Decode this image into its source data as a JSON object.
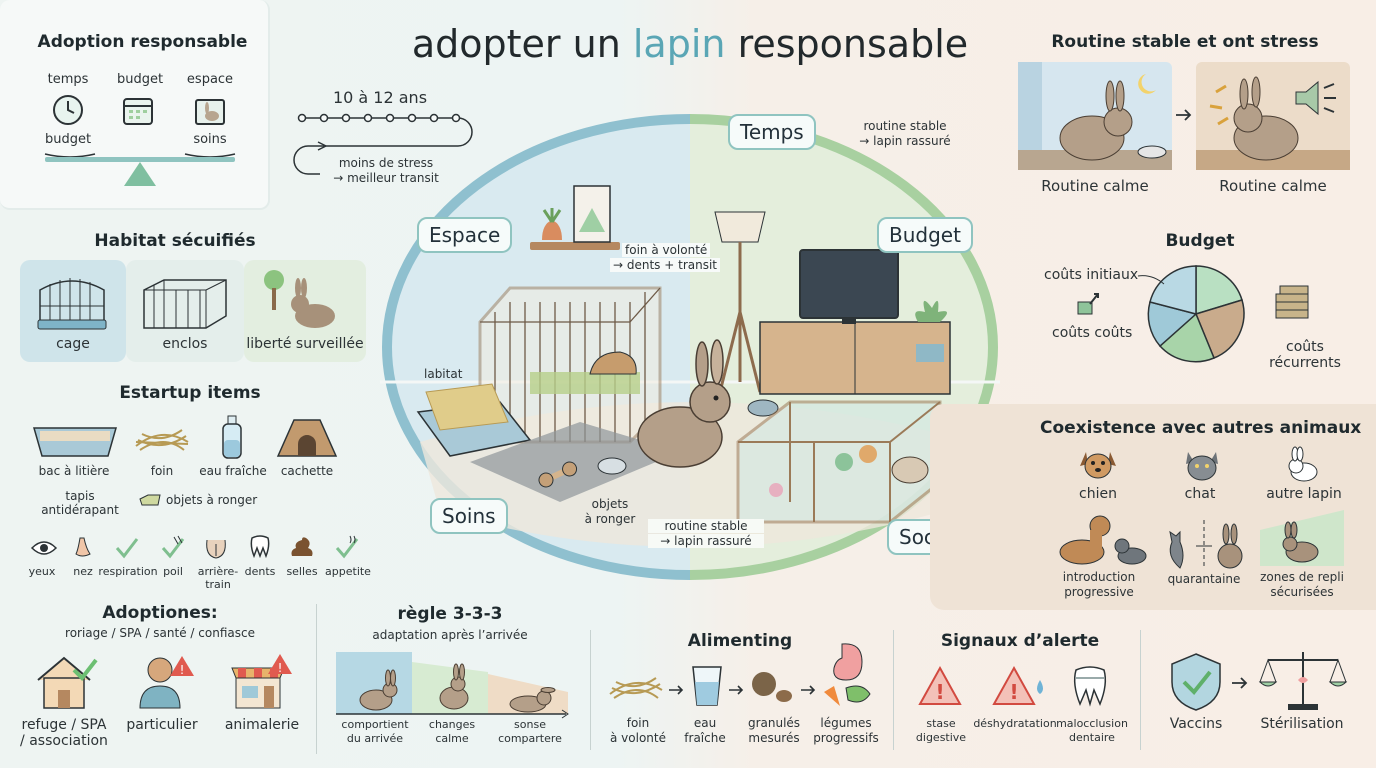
{
  "main_title": {
    "pre": "adopter un ",
    "accent": "lapin",
    "post": " responsable"
  },
  "adoption": {
    "title": "Adoption responsable",
    "labels": [
      "temps",
      "budget",
      "espace"
    ],
    "left": "budget",
    "right": "soins"
  },
  "timeline": {
    "lifespan": "10 à 12 ans",
    "note1": "moins de stress",
    "note2": "→ meilleur transit"
  },
  "habitat": {
    "title": "Habitat sécuifiés",
    "items": [
      "cage",
      "enclos",
      "liberté surveillée"
    ]
  },
  "startup": {
    "title": "Estartup items",
    "items": [
      "bac à litière",
      "foin",
      "eau fraîche",
      "cachette"
    ],
    "tapis1": "tapis",
    "tapis2": "antidérapant",
    "objets": "objets à ronger",
    "checks": [
      "yeux",
      "nez",
      "respiration",
      "poil",
      "arrière-",
      "train",
      "dents",
      "selles",
      "appetite"
    ]
  },
  "center": {
    "labels": [
      "Temps",
      "Espace",
      "Budget",
      "Soins",
      "Social"
    ],
    "routine_top1": "routine stable",
    "routine_top2": "→ lapin rassuré",
    "foin1": "foin à volonté",
    "foin2": "→ dents + transit",
    "labitat": "labitat",
    "objets1": "objets",
    "objets2": "à ronger",
    "routine_bot1": "routine stable",
    "routine_bot2": "→ lapin rassuré"
  },
  "routine": {
    "title": "Routine stable et ont stress",
    "left": "Routine calme",
    "right": "Routine calme"
  },
  "budget": {
    "title": "Budget",
    "initial": "coûts initiaux",
    "couts": "coûts coûts",
    "recurrent1": "coûts",
    "recurrent2": "récurrents"
  },
  "coexist": {
    "title": "Coexistence avec autres animaux",
    "animals": [
      "chien",
      "chat",
      "autre lapin"
    ],
    "intro1": "introduction",
    "intro2": "progressive",
    "quarantine": "quarantaine",
    "zones1": "zones de repli",
    "zones2": "sécurisées"
  },
  "adoptions": {
    "title": "Adoptiones:",
    "sub": "roriage / SPA / santé / confiasce",
    "items": [
      "refuge / SPA",
      "/ association",
      "particulier",
      "animalerie"
    ]
  },
  "rule": {
    "title": "règle 3-3-3",
    "sub": "adaptation après l’arrivée",
    "steps": [
      "comportient",
      "du arrivée",
      "changes",
      "calme",
      "sonse",
      "compartere"
    ]
  },
  "aliment": {
    "title": "Alimenting",
    "items": [
      "foin",
      "à volonté",
      "eau",
      "fraîche",
      "granulés",
      "mesurés",
      "légumes",
      "progressifs"
    ]
  },
  "signals": {
    "title": "Signaux d’alerte",
    "items": [
      "stase",
      "digestive",
      "déshydratation",
      "malocclusion",
      "dentaire"
    ]
  },
  "health": {
    "items": [
      "Vaccins",
      "Stérilisation"
    ]
  },
  "colors": {
    "teal": "#6fb3ad",
    "blue": "#8fc0d3",
    "green": "#9fcf9f",
    "brown": "#bfa184",
    "accent": "#5aa6b5",
    "alert": "#e05a4f"
  }
}
